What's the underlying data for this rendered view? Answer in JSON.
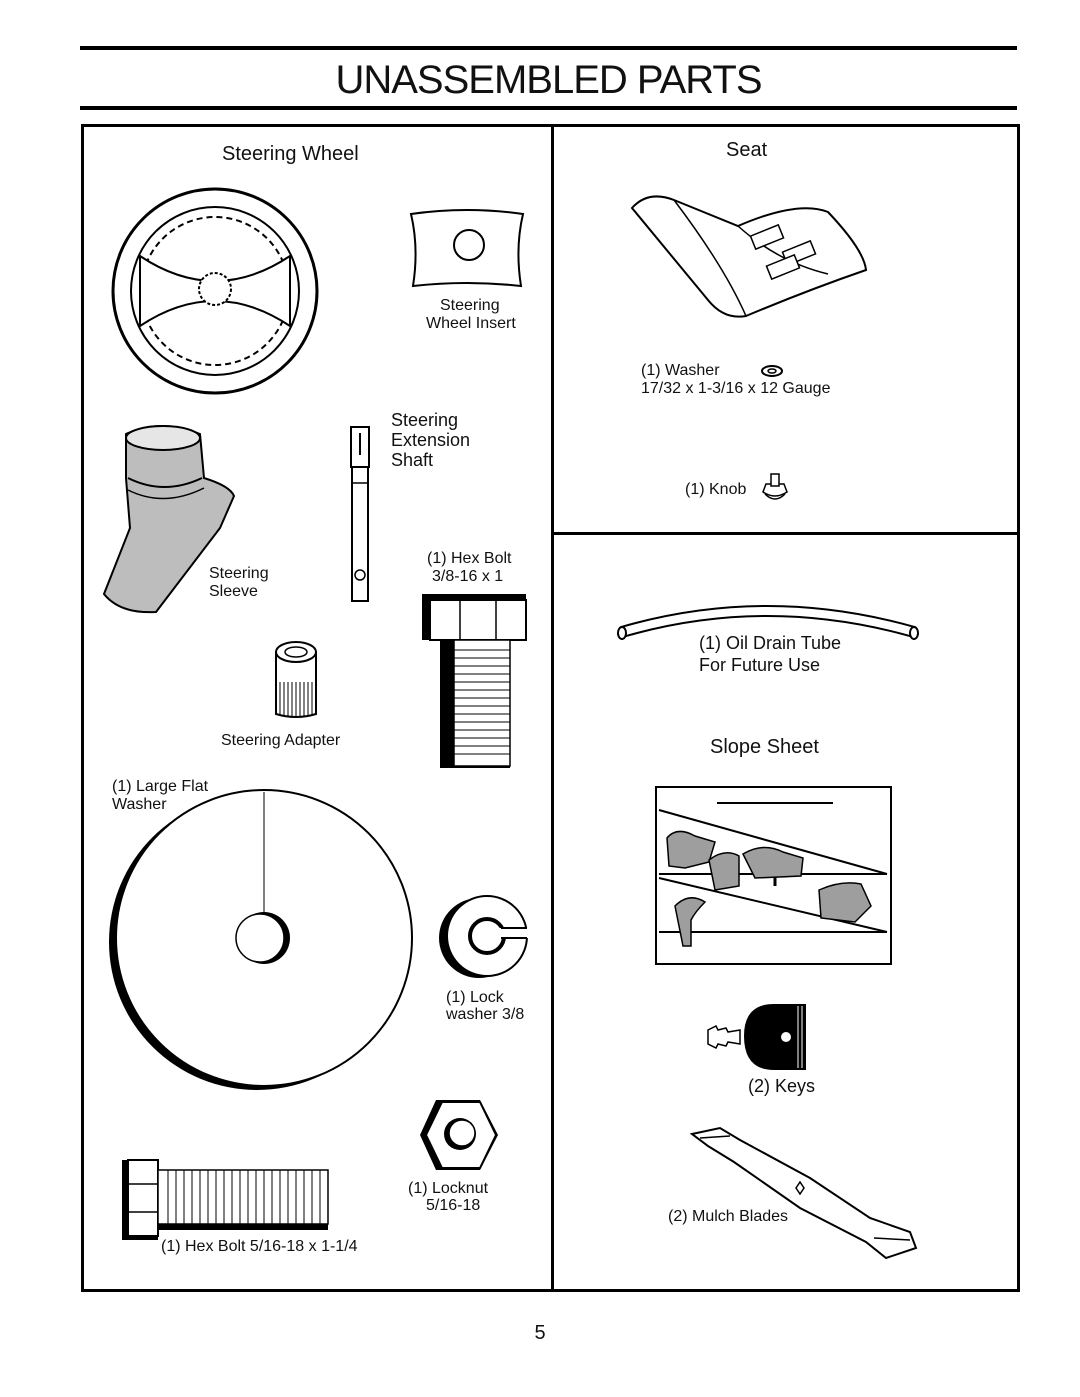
{
  "page": {
    "title": "UNASSEMBLED PARTS",
    "page_number": "5"
  },
  "left": {
    "steering_wheel_heading": "Steering Wheel",
    "steering_wheel_insert": [
      "Steering",
      "Wheel Insert"
    ],
    "steering_extension_shaft": [
      "Steering",
      "Extension",
      "Shaft"
    ],
    "steering_sleeve": [
      "Steering",
      "Sleeve"
    ],
    "hex_bolt_large": [
      "(1) Hex Bolt",
      "3/8-16 x 1"
    ],
    "steering_adapter": "Steering Adapter",
    "large_flat_washer": [
      "(1) Large Flat",
      "Washer"
    ],
    "lock_washer": [
      "(1) Lock",
      "washer 3/8"
    ],
    "locknut": [
      "(1)  Locknut",
      "5/16-18"
    ],
    "hex_bolt_small": "(1) Hex Bolt  5/16-18 x 1-1/4"
  },
  "right_top": {
    "seat_heading": "Seat",
    "washer": [
      "(1) Washer",
      "17/32 x 1-3/16 x 12 Gauge"
    ],
    "knob": "(1) Knob"
  },
  "right_bottom": {
    "oil_drain_tube": [
      "(1) Oil Drain Tube",
      "For Future Use"
    ],
    "slope_sheet_heading": "Slope Sheet",
    "keys": "(2) Keys",
    "mulch_blades": "(2) Mulch Blades"
  }
}
